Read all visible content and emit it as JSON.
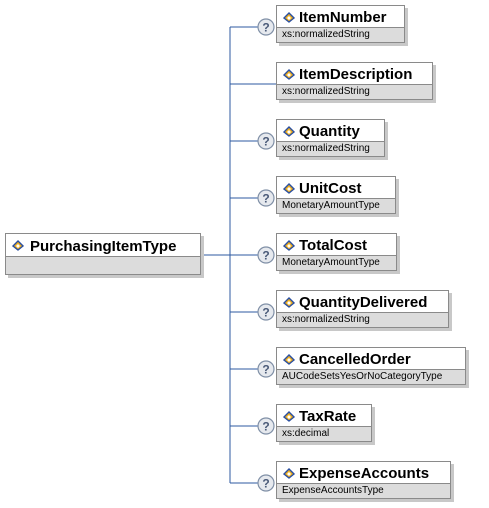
{
  "root": {
    "name": "PurchasingItemType"
  },
  "children": [
    {
      "name": "ItemNumber",
      "type": "xs:normalizedString",
      "optional": true
    },
    {
      "name": "ItemDescription",
      "type": "xs:normalizedString",
      "optional": false
    },
    {
      "name": "Quantity",
      "type": "xs:normalizedString",
      "optional": true
    },
    {
      "name": "UnitCost",
      "type": "MonetaryAmountType",
      "optional": true
    },
    {
      "name": "TotalCost",
      "type": "MonetaryAmountType",
      "optional": true
    },
    {
      "name": "QuantityDelivered",
      "type": "xs:normalizedString",
      "optional": true
    },
    {
      "name": "CancelledOrder",
      "type": "AUCodeSetsYesOrNoCategoryType",
      "optional": true
    },
    {
      "name": "TaxRate",
      "type": "xs:decimal",
      "optional": true
    },
    {
      "name": "ExpenseAccounts",
      "type": "ExpenseAccountsType",
      "optional": true
    }
  ],
  "colors": {
    "optional_badge": "#7f8fa6",
    "icon_gold": "#f0b020",
    "icon_blue": "#2a4fa0"
  },
  "icons": {
    "element": "element-icon",
    "optional": "question-mark-icon"
  }
}
